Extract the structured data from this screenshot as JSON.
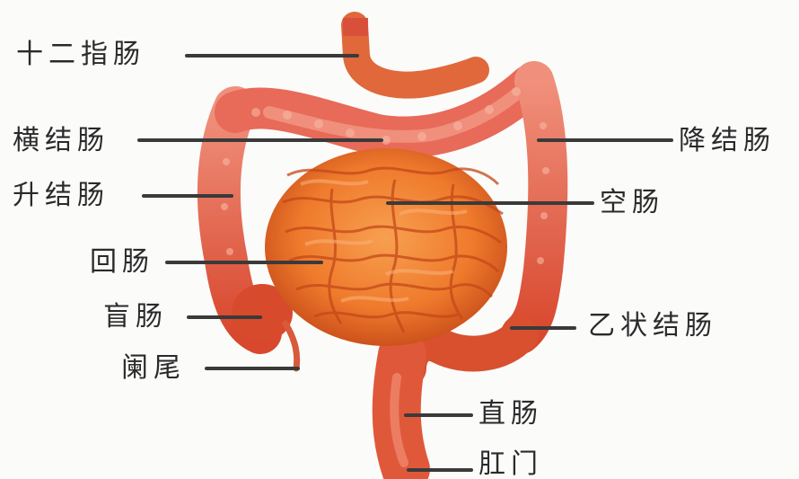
{
  "diagram": {
    "subject": "human intestines",
    "labels": {
      "duodenum": "十二指肠",
      "transverse_colon": "横结肠",
      "ascending_colon": "升结肠",
      "ileum": "回肠",
      "cecum": "盲肠",
      "appendix": "阑尾",
      "descending_colon": "降结肠",
      "jejunum": "空肠",
      "sigmoid_colon": "乙状结肠",
      "rectum": "直肠",
      "anus": "肛门"
    },
    "colors": {
      "colon": "#e0583a",
      "colon_highlight": "#f4a08c",
      "small_intestine": "#ef7a2c",
      "small_intestine_shade": "#c44818",
      "leader_line": "#3a3a3a",
      "text": "#2a2a2a"
    }
  }
}
